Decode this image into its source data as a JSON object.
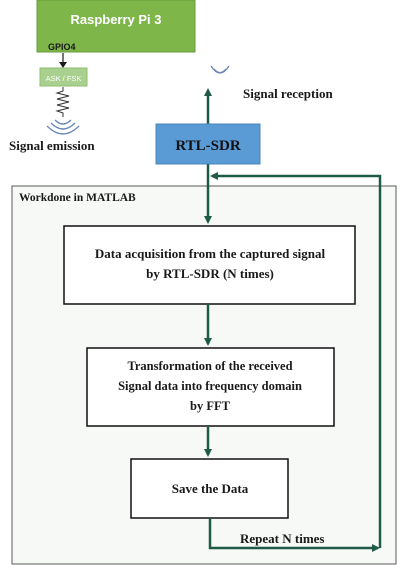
{
  "raspberry_pi": {
    "label": "Raspberry Pi 3"
  },
  "gpio": {
    "label": "GPIO4"
  },
  "modulator": {
    "label": "ASK / FSK"
  },
  "signal_emission": {
    "label": "Signal emission"
  },
  "signal_reception": {
    "label": "Signal reception"
  },
  "rtl_sdr": {
    "label": "RTL-SDR"
  },
  "matlab_region": {
    "label": "Workdone in MATLAB"
  },
  "steps": [
    {
      "lines": [
        "Data acquisition from the captured signal",
        "by RTL-SDR (N times)"
      ]
    },
    {
      "lines": [
        "Transformation of the received",
        "Signal data into frequency domain",
        "by FFT"
      ]
    },
    {
      "lines": [
        "Save the Data"
      ]
    }
  ],
  "loop": {
    "label": "Repeat N times"
  },
  "colors": {
    "rpi_fill": "#7fb64a",
    "module_fill": "#a9d08e",
    "rtl_fill": "#5b9bd5",
    "arrow": "#1e5a48",
    "region_border": "#5a5a5a",
    "region_fill": "#f6f9f6"
  }
}
